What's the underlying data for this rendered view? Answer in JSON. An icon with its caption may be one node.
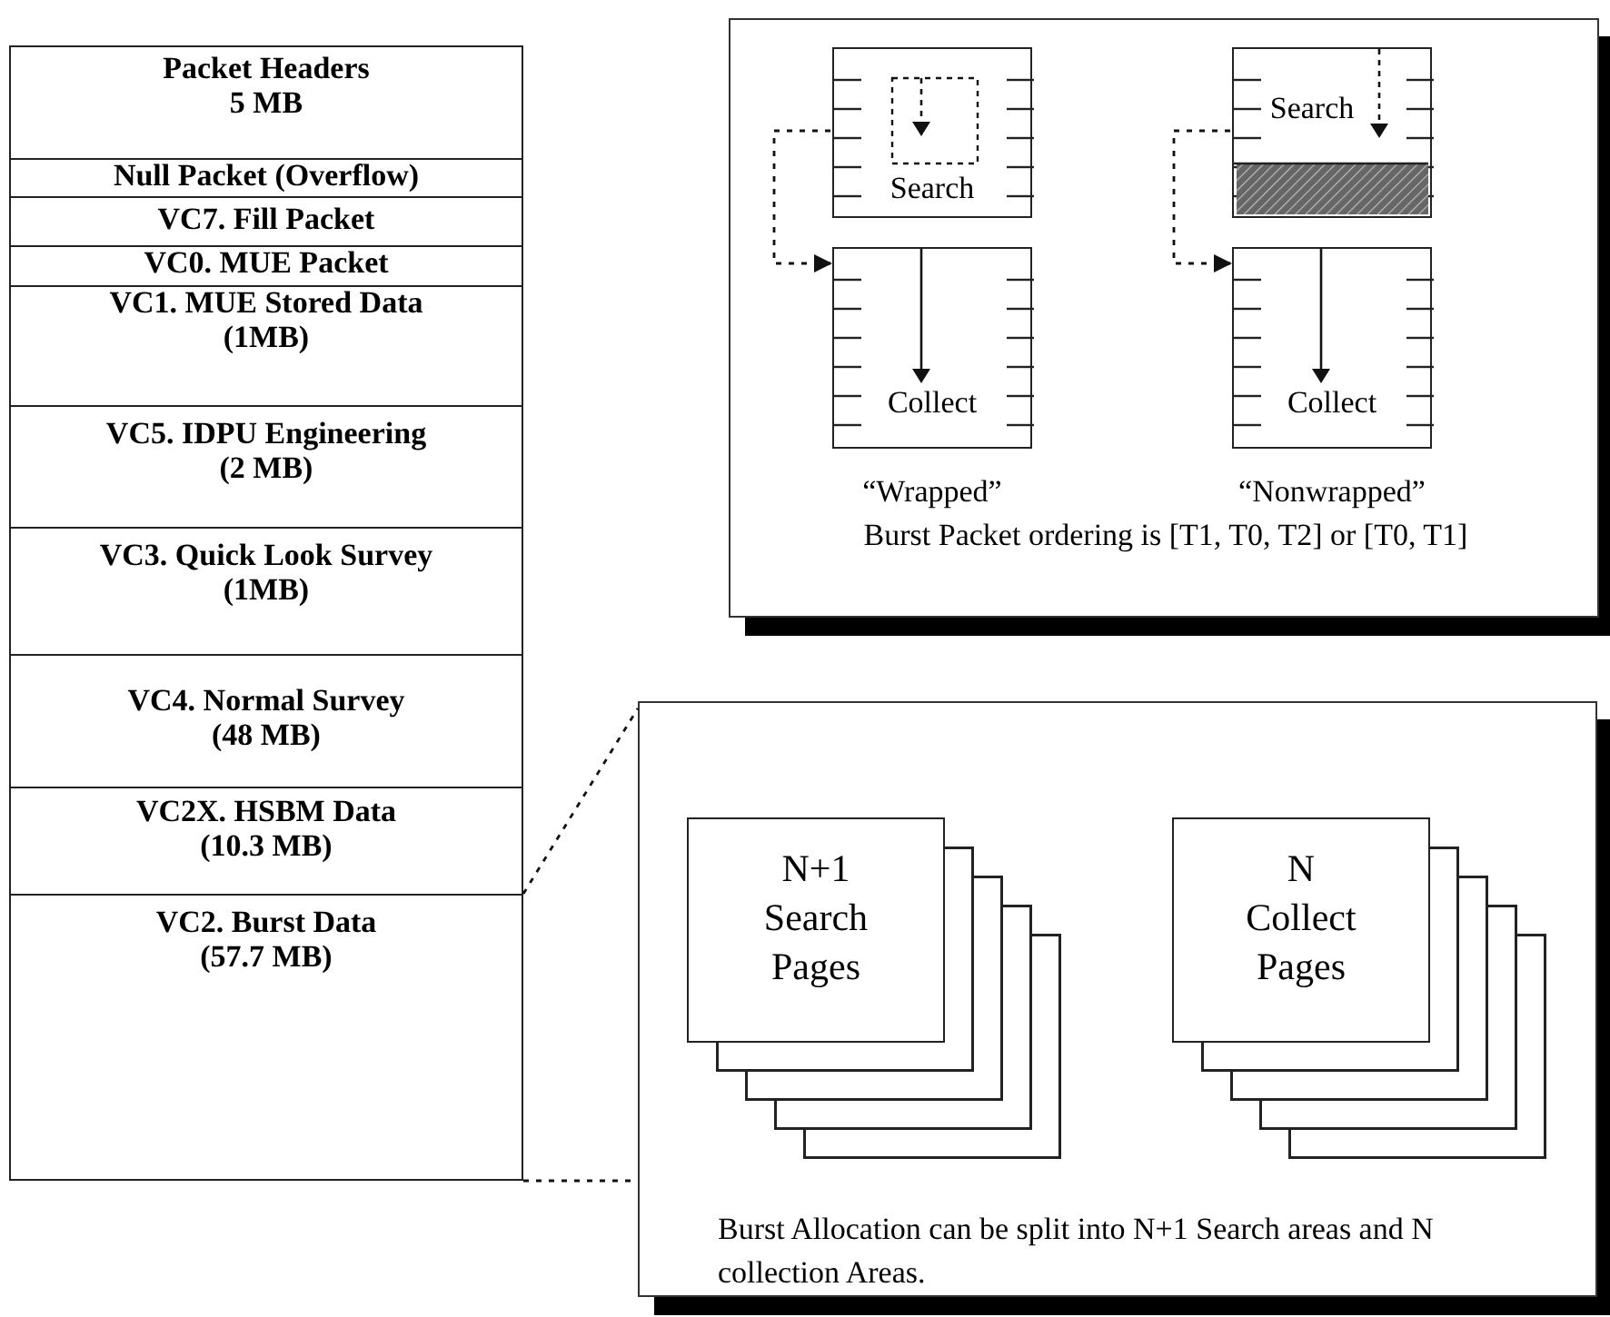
{
  "diagram": {
    "nodes": [
      {
        "text": [
          "Packet Headers",
          "5 MB"
        ]
      },
      {
        "text": [
          "Null Packet (Overflow)"
        ]
      },
      {
        "text": [
          "VC7. Fill Packet"
        ]
      },
      {
        "text": [
          "VC0. MUE Packet"
        ]
      },
      {
        "text": [
          "VC1. MUE Stored Data",
          "(1MB)"
        ]
      },
      {
        "text": [
          "VC5. IDPU Engineering",
          "(2 MB)"
        ]
      },
      {
        "text": [
          "VC3. Quick Look Survey",
          "(1MB)"
        ]
      },
      {
        "text": [
          "VC4. Normal Survey",
          "(48 MB)"
        ]
      },
      {
        "text": [
          "VC2X. HSBM Data",
          "(10.3 MB)"
        ]
      },
      {
        "text": [
          "VC2. Burst Data",
          "(57.7 MB)"
        ]
      },
      {
        "text": [
          "Burst Packet ordering is [T1, T0, T2] or [T0, T1]"
        ]
      },
      {
        "text": [
          "Search"
        ],
        "in": 10
      },
      {
        "text": [
          "Collect"
        ],
        "in": 10,
        "beside": [
          "“Wrapped”"
        ]
      },
      {
        "text": [
          "Search"
        ],
        "in": 10
      },
      {
        "text": [
          "Collect"
        ],
        "in": 10,
        "beside": [
          "“Nonwrapped”"
        ]
      },
      {
        "text": [
          "Burst Allocation can be split into N+1 Search areas and N collection Areas."
        ]
      },
      {
        "text": [
          "N+1 Search Pages"
        ],
        "in": 15
      },
      {
        "text": [
          "N Collect Pages"
        ],
        "in": 15
      }
    ],
    "edges": [
      {
        "from": 9,
        "to": 15,
        "arrow": "none",
        "style": "dashed"
      },
      {
        "from": 9,
        "to": 15,
        "arrow": "none",
        "style": "dashed"
      },
      {
        "from": 11,
        "to": 12,
        "arrow": "to",
        "style": "dashed"
      },
      {
        "from": 13,
        "to": 14,
        "arrow": "to",
        "style": "dashed"
      }
    ]
  }
}
